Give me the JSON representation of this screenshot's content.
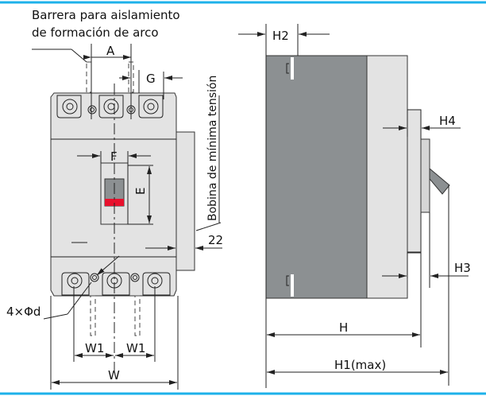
{
  "colors": {
    "frame": "#1db1ea",
    "dark_body": "#8c9092",
    "light_body": "#e3e3e3",
    "handle_red": "#e8112d"
  },
  "front_view": {
    "barrier_label_line1": "Barrera para aislamiento",
    "barrier_label_line2": "de formación de arco",
    "coil_label": "Bobina de mínima tensión",
    "dims": {
      "A": "A",
      "G": "G",
      "F": "F",
      "E": "E",
      "d22": "22",
      "holes": "4×Φd",
      "W1a": "W1",
      "W1b": "W1",
      "W": "W"
    }
  },
  "side_view": {
    "dims": {
      "H2": "H2",
      "H4": "H4",
      "H3": "H3",
      "H": "H",
      "H1": "H1(max)"
    }
  }
}
